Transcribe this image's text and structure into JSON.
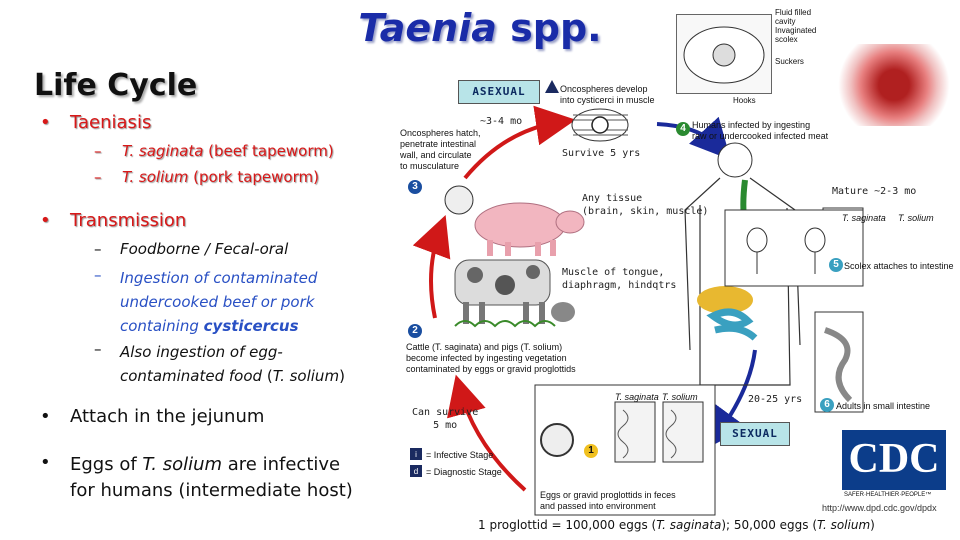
{
  "title": {
    "italic": "Taenia",
    "rest": "spp."
  },
  "heading": "Life Cycle",
  "bullets": {
    "taeniasis": "Taeniasis",
    "sag_name": "T. saginata",
    "sag_desc": "(beef tapeworm)",
    "sol_name": "T. solium",
    "sol_desc": "(pork tapeworm)",
    "transmission": "Transmission",
    "t1": "Foodborne / Fecal-oral",
    "t2a": "Ingestion of contaminated",
    "t2b": "undercooked beef or pork",
    "t2c": "containing ",
    "t2d": "cysticercus",
    "t3a": "Also ingestion of egg-",
    "t3b": "contaminated food",
    "t3c": "T. solium",
    "attach": "Attach in the jejunum",
    "eggs_a": "Eggs of ",
    "eggs_b": "T. solium",
    "eggs_c": " are infective",
    "eggs_d": "for humans (intermediate host)"
  },
  "dash": "–",
  "markers": {
    "bullet": "•"
  },
  "diagram": {
    "asexual": "ASEXUAL",
    "sexual": "SEXUAL",
    "months_34": "~3-4 mo",
    "survive5": "Survive 5 yrs",
    "any_tissue_1": "Any tissue",
    "any_tissue_2": "(brain, skin, muscle)",
    "muscle_1": "Muscle of tongue,",
    "muscle_2": "diaphragm, hindqtrs",
    "mature": "Mature ~2-3 mo",
    "yrs2025": "20-25 yrs",
    "can_survive_1": "Can survive",
    "can_survive_2": "5 mo",
    "step1_num": "1",
    "step2_num": "2",
    "step3_num": "3",
    "step4_num": "4",
    "step5_num": "5",
    "step6_num": "6",
    "cap_top_1": "Oncospheres develop",
    "cap_top_2": "into cysticerci in muscle",
    "cap4_1": "Humans infected by ingesting",
    "cap4_2": "raw or undercooked infected meat",
    "cap3_1": "Oncospheres hatch,",
    "cap3_2": "penetrate intestinal",
    "cap3_3": "wall, and circulate",
    "cap3_4": "to musculature",
    "cap2_1": "Cattle (T. saginata) and pigs (T. solium)",
    "cap2_2": "become infected by ingesting vegetation",
    "cap2_3": "contaminated by eggs or gravid proglottids",
    "cap5": "Scolex attaches to intestine",
    "cap6": "Adults in small intestine",
    "t_sag": "T. saginata",
    "t_sol": "T. solium",
    "cap_eggs_1": "Eggs or gravid proglottids in feces",
    "cap_eggs_2": "and passed into environment",
    "infective": "= Infective Stage",
    "diagnostic": "= Diagnostic Stage",
    "i_letter": "i",
    "d_letter": "d",
    "inset_1": "Fluid filled",
    "inset_2": "cavity",
    "inset_3": "Invaginated",
    "inset_4": "scolex",
    "inset_5": "Suckers",
    "inset_6": "Hooks",
    "cdc": "CDC",
    "cdc_tag": "SAFER·HEALTHIER·PEOPLE™",
    "cdc_url": "http://www.dpd.cdc.gov/dpdx"
  },
  "footer": {
    "a": "1 proglottid = 100,000 eggs (",
    "b": "T. saginata",
    "c": ");  50,000 eggs (",
    "d": "T. solium",
    "e": ")"
  },
  "colors": {
    "title": "#1a2ca8",
    "red": "#d81818",
    "blue": "#2950c4",
    "arrow_red": "#d01818",
    "arrow_blue": "#1a2a9a"
  }
}
